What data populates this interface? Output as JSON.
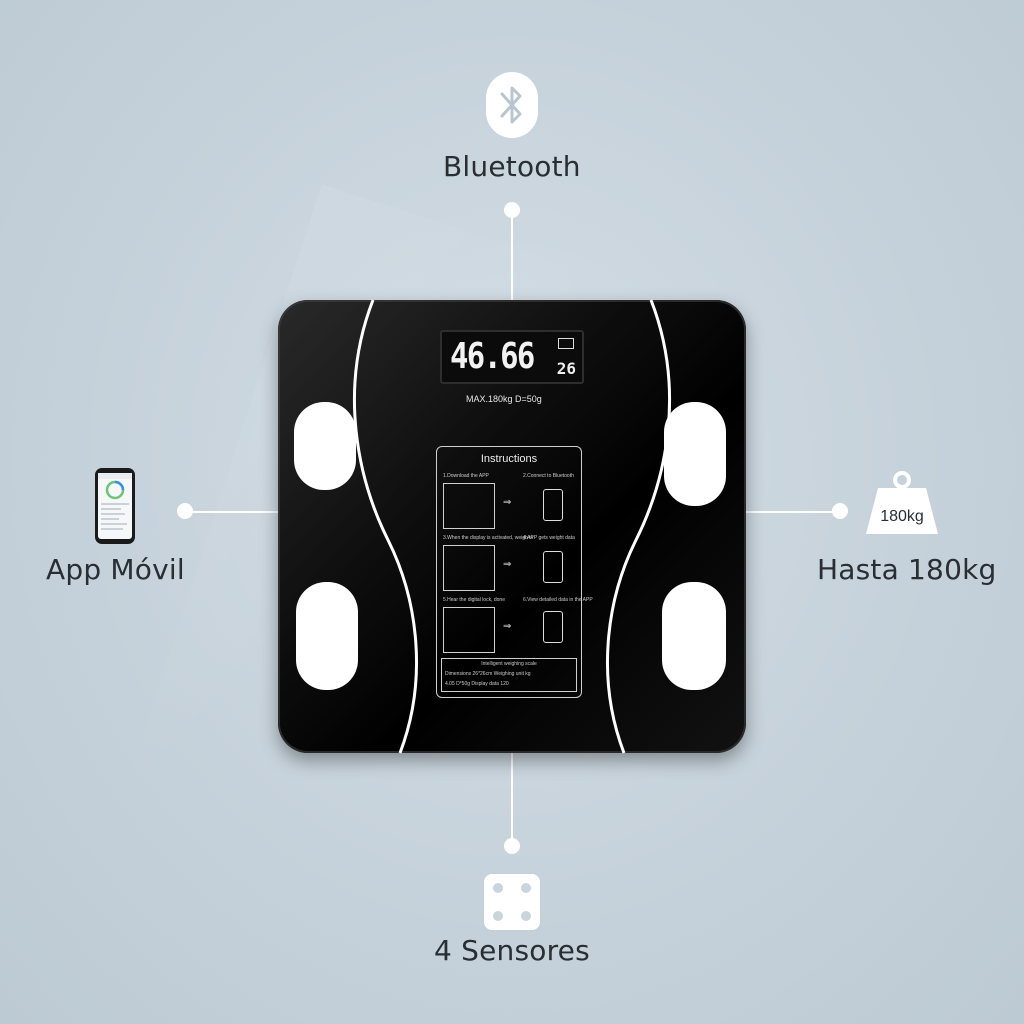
{
  "features": {
    "top": "Bluetooth",
    "left": "App Móvil",
    "right": "Hasta 180kg",
    "bottom": "4 Sensores"
  },
  "icons": {
    "top": "bluetooth-icon",
    "left": "smartphone-icon",
    "right": "weight-icon",
    "bottom": "sensors-icon"
  },
  "weight_badge": "180kg",
  "scale": {
    "display_reading": "46.66",
    "display_secondary": "26",
    "spec_text": "MAX.180kg    D=50g",
    "instructions_title": "Instructions",
    "steps": [
      "1.Download the APP",
      "2.Connect to Bluetooth",
      "3.When the display is activated, weigh in",
      "4.APP gets weight data",
      "5.Hear the digital lock, done",
      "6.View detailed data in the APP"
    ],
    "table_title": "Intelligent weighing scale",
    "table_rows": [
      "Dimensions  26*26cm  Weighing unit  kg",
      "4.05   D*50g   Display data   120"
    ]
  },
  "colors": {
    "background": "#c9d4dc",
    "scale_body": "#0a0a0a",
    "accent": "#ffffff"
  }
}
